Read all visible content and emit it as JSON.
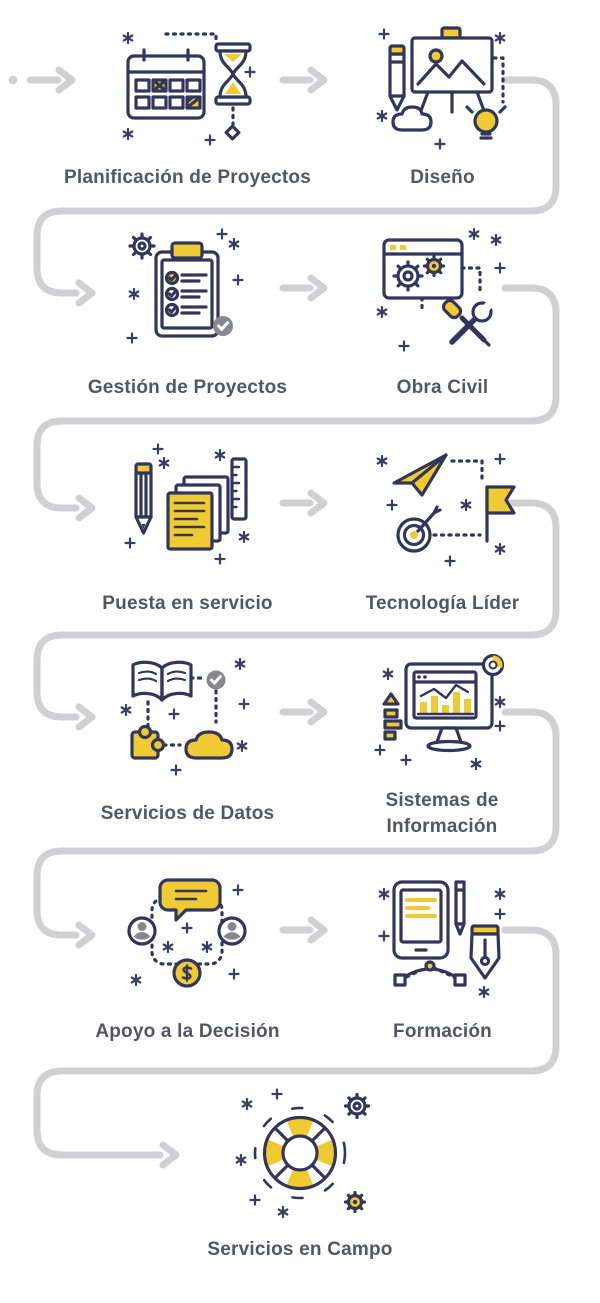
{
  "diagram": {
    "steps": [
      {
        "label": "Planificación de Proyectos",
        "icon": "calendar-hourglass-icon"
      },
      {
        "label": "Diseño",
        "icon": "easel-design-icon"
      },
      {
        "label": "Gestión de Proyectos",
        "icon": "clipboard-checklist-icon"
      },
      {
        "label": "Obra Civil",
        "icon": "browser-tools-icon"
      },
      {
        "label": "Puesta en servicio",
        "icon": "documents-pencil-ruler-icon"
      },
      {
        "label": "Tecnología Líder",
        "icon": "paper-plane-target-flag-icon"
      },
      {
        "label": "Servicios de Datos",
        "icon": "book-cloud-puzzle-icon"
      },
      {
        "label": "Sistemas de Información",
        "icon": "monitor-analytics-icon"
      },
      {
        "label": "Apoyo a la  Decisión",
        "icon": "chat-people-coin-icon"
      },
      {
        "label": "Formación",
        "icon": "tablet-pen-nib-icon"
      },
      {
        "label": "Servicios en Campo",
        "icon": "lifebuoy-icon"
      }
    ],
    "colors": {
      "accent_yellow": "#f0ca33",
      "outline_navy": "#32365a",
      "connector_gray": "#d1d1d3",
      "label_text": "#55565f"
    }
  }
}
